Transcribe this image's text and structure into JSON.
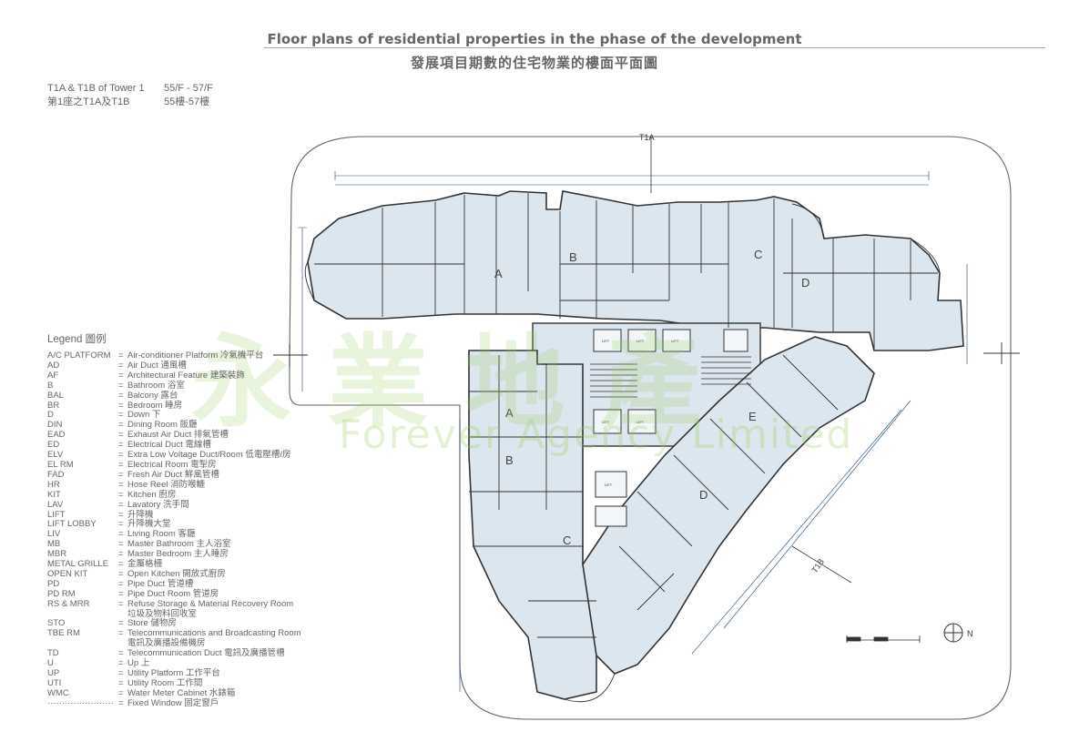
{
  "title": {
    "english": "Floor plans of residential properties in the phase of the development",
    "chinese": "發展項目期數的住宅物業的樓面平面圖"
  },
  "subtitle": {
    "units_en": "T1A & T1B of Tower 1",
    "floors_en": "55/F - 57/F",
    "units_zh": "第1座之T1A及T1B",
    "floors_zh": "55樓-57樓"
  },
  "legend": {
    "heading": "Legend 圖例",
    "items": [
      {
        "abbr": "A/C PLATFORM",
        "eq": "=",
        "desc": "Air-conditioner Platform 冷氣機平台"
      },
      {
        "abbr": "AD",
        "eq": "=",
        "desc": "Air Duct 通風槽"
      },
      {
        "abbr": "AF",
        "eq": "=",
        "desc": "Architectural Feature 建築裝飾"
      },
      {
        "abbr": "B",
        "eq": "=",
        "desc": "Bathroom 浴室"
      },
      {
        "abbr": "BAL",
        "eq": "=",
        "desc": "Balcony 露台"
      },
      {
        "abbr": "BR",
        "eq": "=",
        "desc": "Bedroom 睡房"
      },
      {
        "abbr": "D",
        "eq": "=",
        "desc": "Down 下"
      },
      {
        "abbr": "DIN",
        "eq": "=",
        "desc": "Dining Room 飯廳"
      },
      {
        "abbr": "EAD",
        "eq": "=",
        "desc": "Exhaust Air Duct 排氣管槽"
      },
      {
        "abbr": "ED",
        "eq": "=",
        "desc": "Electrical Duct 電線槽"
      },
      {
        "abbr": "ELV",
        "eq": "=",
        "desc": "Extra Low Voltage Duct/Room 低電壓槽/房"
      },
      {
        "abbr": "EL RM",
        "eq": "=",
        "desc": "Electrical Room 電掣房"
      },
      {
        "abbr": "FAD",
        "eq": "=",
        "desc": "Fresh Air Duct 鮮風管槽"
      },
      {
        "abbr": "HR",
        "eq": "=",
        "desc": "Hose Reel 消防喉轆"
      },
      {
        "abbr": "KIT",
        "eq": "=",
        "desc": "Kitchen 廚房"
      },
      {
        "abbr": "LAV",
        "eq": "=",
        "desc": "Lavatory 洗手間"
      },
      {
        "abbr": "LIFT",
        "eq": "=",
        "desc": "升降機"
      },
      {
        "abbr": "LIFT LOBBY",
        "eq": "=",
        "desc": "升降機大堂"
      },
      {
        "abbr": "LIV",
        "eq": "=",
        "desc": "Living Room 客廳"
      },
      {
        "abbr": "MB",
        "eq": "=",
        "desc": "Master Bathroom 主人浴室"
      },
      {
        "abbr": "MBR",
        "eq": "=",
        "desc": "Master Bedroom 主人睡房"
      },
      {
        "abbr": "METAL GRILLE",
        "eq": "=",
        "desc": "金屬格柵"
      },
      {
        "abbr": "OPEN KIT",
        "eq": "=",
        "desc": "Open Kitchen 開放式廚房"
      },
      {
        "abbr": "PD",
        "eq": "=",
        "desc": "Pipe Duct 管道槽"
      },
      {
        "abbr": "PD RM",
        "eq": "=",
        "desc": "Pipe Duct Room 管道房"
      },
      {
        "abbr": "RS & MRR",
        "eq": "=",
        "desc": "Refuse Storage & Material Recovery Room"
      },
      {
        "abbr": "",
        "eq": "",
        "desc": "垃圾及物料回收室"
      },
      {
        "abbr": "STO",
        "eq": "=",
        "desc": "Store 儲物房"
      },
      {
        "abbr": "TBE RM",
        "eq": "=",
        "desc": "Telecommunications and Broadcasting Room"
      },
      {
        "abbr": "",
        "eq": "",
        "desc": "電訊及廣播設備機房"
      },
      {
        "abbr": "TD",
        "eq": "=",
        "desc": "Telecommunication Duct 電訊及廣播管槽"
      },
      {
        "abbr": "U",
        "eq": "=",
        "desc": "Up 上"
      },
      {
        "abbr": "UP",
        "eq": "=",
        "desc": "Utility Platform 工作平台"
      },
      {
        "abbr": "UTI",
        "eq": "=",
        "desc": "Utility Room 工作間"
      },
      {
        "abbr": "WMC",
        "eq": "=",
        "desc": "Water Meter Cabinet 水錶箱"
      },
      {
        "abbr": "·······················",
        "eq": "=",
        "desc": "Fixed Window 固定窗戶"
      }
    ]
  },
  "plan": {
    "tower_labels": {
      "t1a": "T1A",
      "t1b": "T1B"
    },
    "unit_letters": {
      "a": "A",
      "b": "B",
      "c": "C",
      "d": "D",
      "e": "E"
    },
    "lift_label": "LIFT",
    "north_label": "N"
  },
  "watermark": {
    "chinese": "永業地產",
    "english": "Forever Agency Limited"
  },
  "colors": {
    "floor_fill": "#dbe6ee",
    "line": "#333333",
    "boundary": "#666666",
    "watermark": "#96cd5a"
  }
}
